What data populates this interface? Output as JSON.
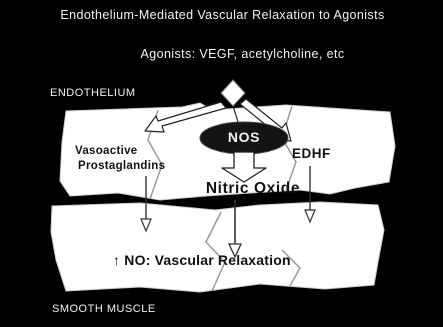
{
  "title": "Endothelium-Mediated Vascular Relaxation to Agonists",
  "subtitle": "Agonists: VEGF, acetylcholine, etc",
  "labels": {
    "endothelium": "ENDOTHELIUM",
    "smooth_muscle": "SMOOTH MUSCLE",
    "nos": "NOS",
    "vasoactive_line1": "Vasoactive",
    "vasoactive_line2": "Prostaglandins",
    "edhf": "EDHF",
    "nitric_oxide": "Nitric Oxide",
    "result": "↑ NO: Vascular Relaxation"
  },
  "colors": {
    "background": "#000000",
    "tissue": "#ffffff",
    "title_text": "#f2f2f2",
    "body_text": "#111111",
    "nos_oval": "#141414"
  }
}
